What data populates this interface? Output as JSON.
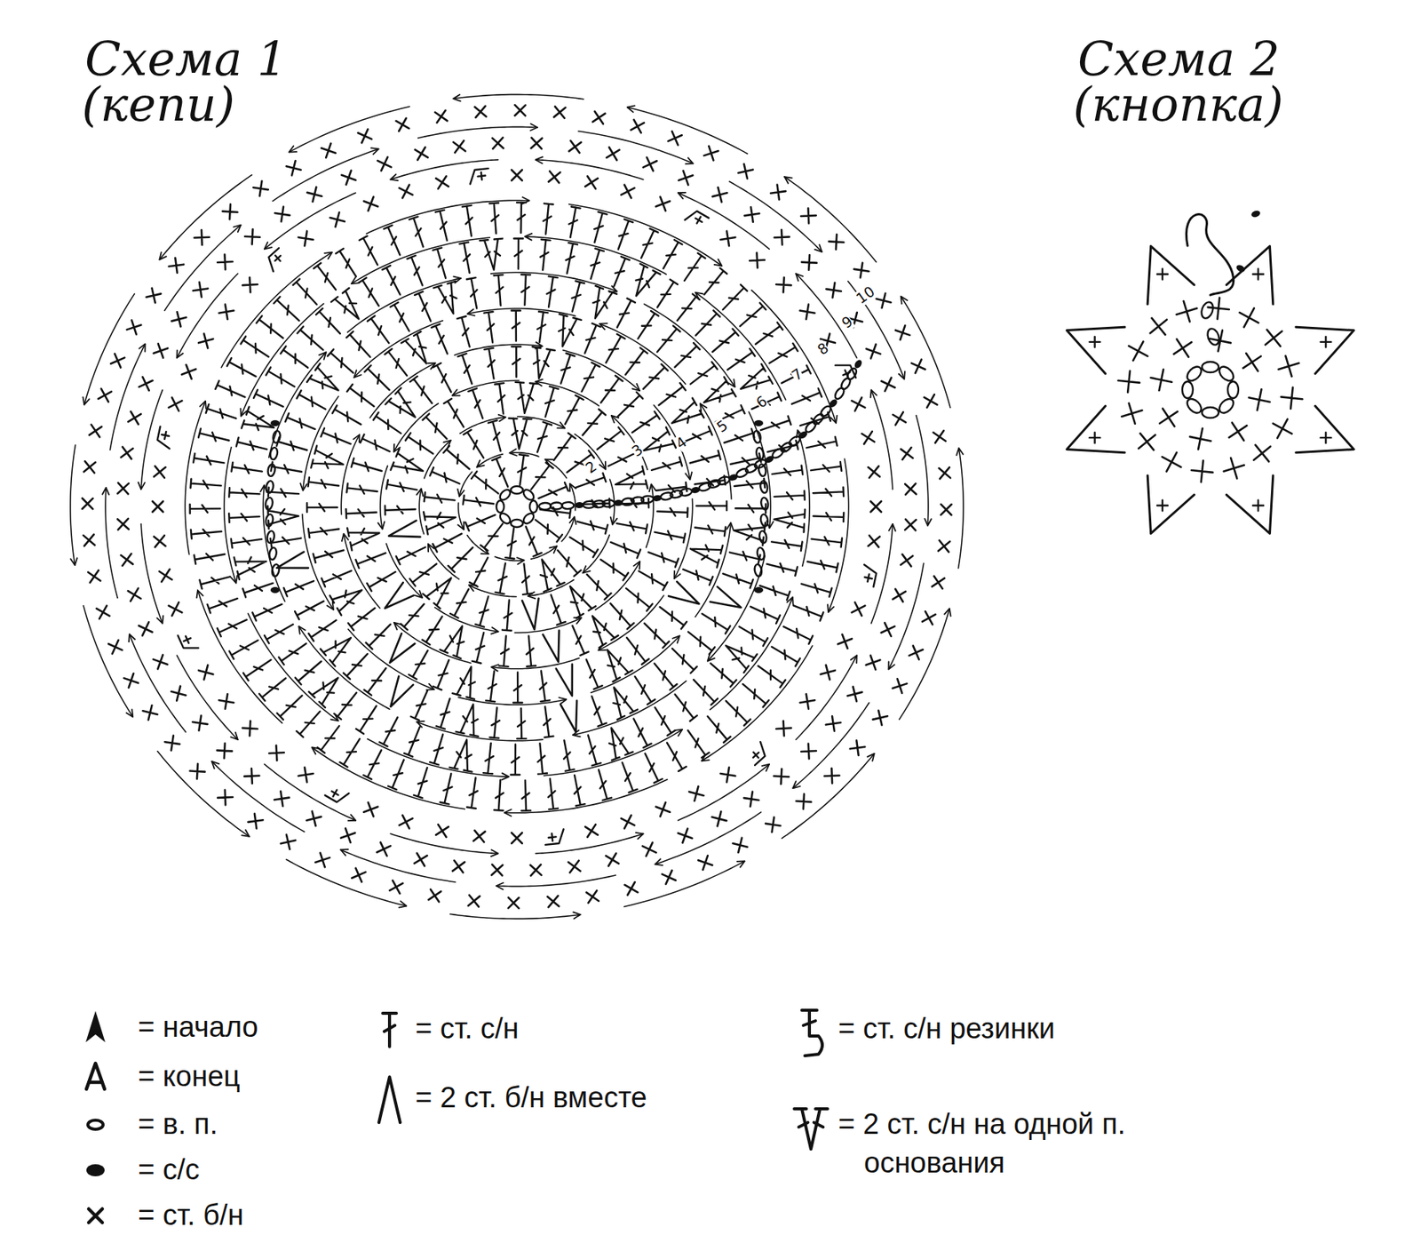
{
  "diagram": {
    "labels": [
      "Схема 1",
      "(кепи)",
      "Схема 2",
      "(кнопка)",
      "2",
      "3",
      "4",
      "5",
      "6",
      "7",
      "8",
      "9",
      "10"
    ],
    "legend": [
      {
        "text": "= начало"
      },
      {
        "text": "= конец"
      },
      {
        "text": "= в. п."
      },
      {
        "text": "= с/с"
      },
      {
        "text": "= ст. б/н"
      },
      {
        "text": "= ст. с/н"
      },
      {
        "text": "= 2 ст. б/н вместе"
      },
      {
        "text": "= ст. с/н резинки"
      },
      {
        "text": "= 2 ст. с/н на одной п. основания"
      }
    ]
  }
}
